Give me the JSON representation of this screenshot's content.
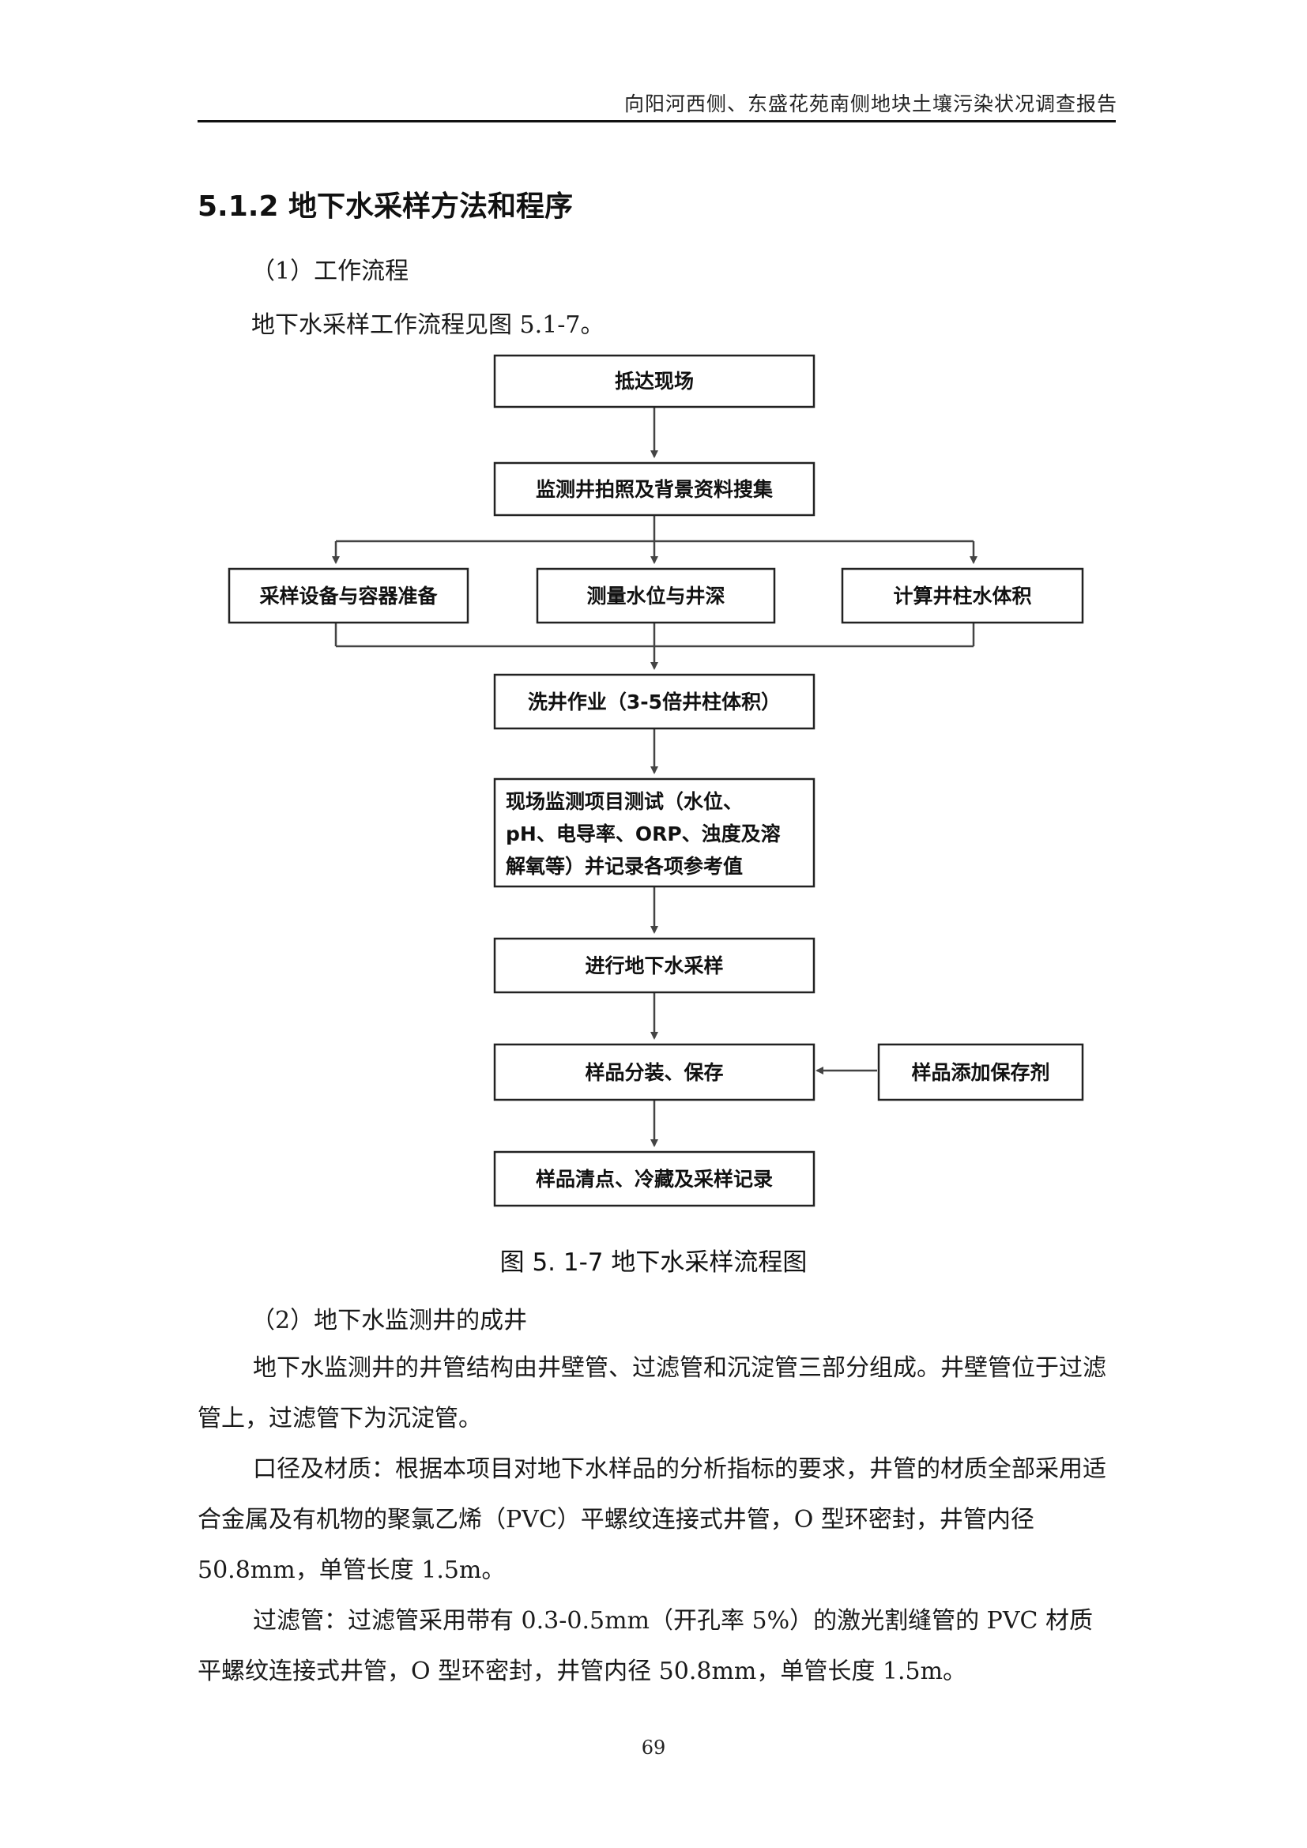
{
  "header": {
    "title": "向阳河西侧、东盛花苑南侧地块土壤污染状况调查报告"
  },
  "section": {
    "heading": "5.1.2  地下水采样方法和程序"
  },
  "subsection1": {
    "label": "（1）工作流程",
    "intro": "地下水采样工作流程见图 5.1-7。"
  },
  "flowchart": {
    "step1": "抵达现场",
    "step2": "监测井拍照及背景资料搜集",
    "branch_left": "采样设备与容器准备",
    "branch_mid": "测量水位与井深",
    "branch_right": "计算井柱水体积",
    "step3": "洗井作业（3-5倍井柱体积）",
    "step4_lines": [
      "现场监测项目测试（水位、",
      "pH、电导率、ORP、浊度及溶",
      "解氧等）并记录各项参考值"
    ],
    "step5": "进行地下水采样",
    "step6": "样品分装、保存",
    "side_input": "样品添加保存剂",
    "step7": "样品清点、冷藏及采样记录"
  },
  "figure_caption": "图 5. 1-7    地下水采样流程图",
  "subsection2": {
    "label": "（2）地下水监测井的成井",
    "p1": "地下水监测井的井管结构由井壁管、过滤管和沉淀管三部分组成。井壁管位于过滤管上，过滤管下为沉淀管。",
    "p2": "口径及材质：根据本项目对地下水样品的分析指标的要求，井管的材质全部采用适合金属及有机物的聚氯乙烯（PVC）平螺纹连接式井管，O 型环密封，井管内径 50.8mm，单管长度 1.5m。",
    "p3": "过滤管：过滤管采用带有 0.3-0.5mm（开孔率 5%）的激光割缝管的 PVC 材质平螺纹连接式井管，O 型环密封，井管内径 50.8mm，单管长度 1.5m。"
  },
  "page_number": "69"
}
